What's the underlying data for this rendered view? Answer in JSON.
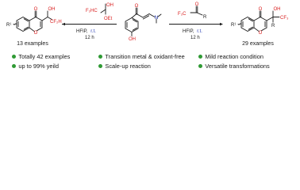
{
  "left_scheme": {
    "reagent_top": "F₂HC",
    "reagent_oh": "OH",
    "reagent_oet": "OEt",
    "conditions_solvent": "HFIP,",
    "conditions_temp": "r.t.",
    "conditions_time": "12 h",
    "product_r1": "R¹",
    "product_label": "13 examples",
    "product_oh": "OH",
    "product_cf2h": "CF₂H"
  },
  "center_substrate": {
    "label_oh": "OH",
    "label_n": "N"
  },
  "right_scheme": {
    "reagent_r": "R",
    "reagent_f3c": "F₃C",
    "reagent_o": "O",
    "conditions_solvent": "HFIP,",
    "conditions_temp": "r.t.",
    "conditions_time": "12 h",
    "product_r1": "R¹",
    "product_label": "29 examples",
    "product_oh": "OH",
    "product_r": "R",
    "product_cf3": "CF₃"
  },
  "highlights": {
    "col1": [
      "Totally 42 examples",
      "up to 99% yeild"
    ],
    "col2": [
      "Transition metal & oxidant-free",
      "Scale-up reaction"
    ],
    "col3": [
      "Mild reaction condition",
      "Versatile transformations"
    ]
  },
  "colors": {
    "bullet": "#2f9a34",
    "oxygen": "#d91e1e",
    "nitrogen": "#2b3fb5",
    "temperature": "#2b3fb5"
  }
}
